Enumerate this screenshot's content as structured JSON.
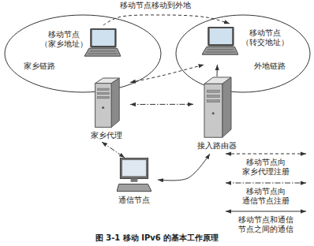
{
  "diagram": {
    "caption": "图 3-1 移动 IPv6 的基本工作原理",
    "nodes": [
      {
        "text": [
          "家乡链路"
        ]
      },
      {
        "text": [
          "移动节点 （家乡地址）"
        ],
        "in": 0
      },
      {
        "text": [
          "外地链路"
        ]
      },
      {
        "text": [
          "移动节点 （转交地址）"
        ],
        "in": 2
      },
      {
        "text": [
          "家乡代理"
        ]
      },
      {
        "text": [
          "接入路由器"
        ]
      },
      {
        "text": [
          "通信节点"
        ]
      }
    ],
    "edges": [
      {
        "from": 1,
        "to": 3,
        "arrow": "to",
        "label": "移动节点移动到外地"
      },
      {
        "from": 4,
        "to": 3,
        "arrow": "both"
      },
      {
        "from": 4,
        "to": 5,
        "arrow": "both"
      },
      {
        "from": 5,
        "to": 3,
        "arrow": "to"
      },
      {
        "from": 4,
        "to": 6,
        "arrow": "both"
      },
      {
        "from": 6,
        "to": 5,
        "arrow": "both"
      }
    ],
    "legend": [
      {
        "text": "移动节点向 家乡代理注册"
      },
      {
        "text": "移动节点向 通信节点注册"
      },
      {
        "text": "移动节点和通信 节点之间的通信"
      }
    ]
  }
}
